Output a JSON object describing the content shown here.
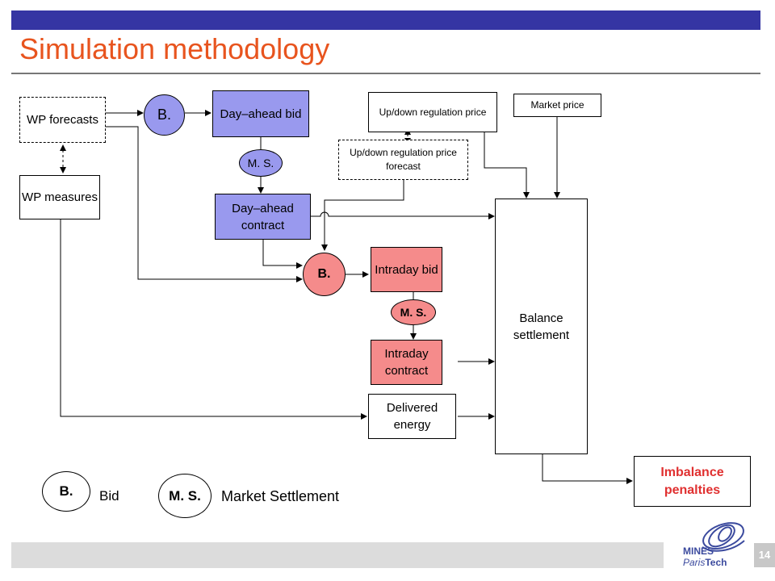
{
  "slide": {
    "title": "Simulation methodology",
    "page_number": "14",
    "logo": {
      "line1": "MINES",
      "line2a": "Paris",
      "line2b": "Tech"
    }
  },
  "diagram": {
    "wp_forecasts": "WP forecasts",
    "wp_measures": "WP measures",
    "bid1": "B.",
    "dayahead_bid": "Day–ahead bid",
    "ms1": "M. S.",
    "dayahead_contract": "Day–ahead contract",
    "bid2": "B.",
    "intraday_bid": "Intraday bid",
    "ms2": "M. S.",
    "intraday_contract": "Intraday contract",
    "delivered_energy": "Delivered energy",
    "updown_price": "Up/down regulation price",
    "updown_forecast": "Up/down regulation price forecast",
    "market_price": "Market price",
    "balance_settlement": "Balance settlement",
    "imbalance_penalties": "Imbalance penalties"
  },
  "legend": {
    "bid_symbol": "B.",
    "bid_label": "Bid",
    "ms_symbol": "M. S.",
    "ms_label": "Market Settlement"
  }
}
